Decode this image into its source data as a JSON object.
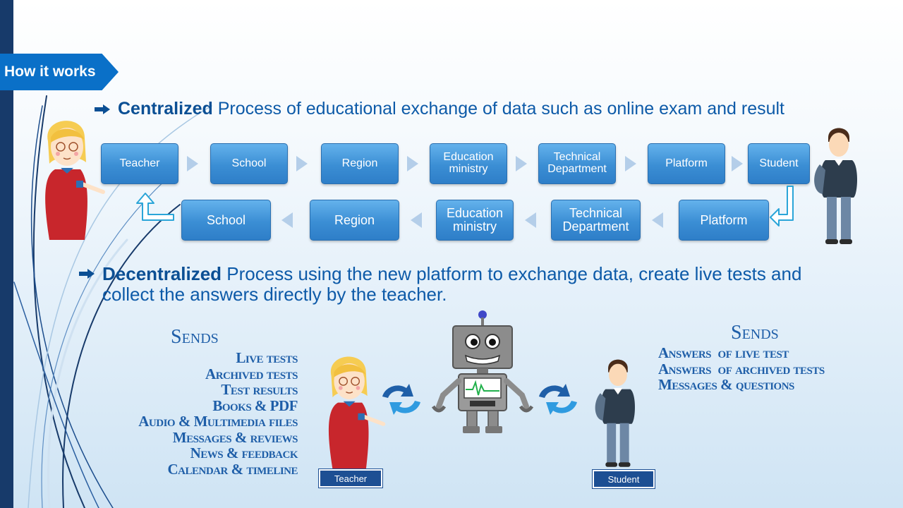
{
  "tag": {
    "label": "How it works"
  },
  "centralized": {
    "bold": "Centralized",
    "rest": " Process of educational exchange of data such as online exam and result"
  },
  "flow_top": [
    "Teacher",
    "School",
    "Region",
    "Education ministry",
    "Technical Department",
    "Platform",
    "Student"
  ],
  "flow_bottom": [
    "School",
    "Region",
    "Education ministry",
    "Technical Department",
    "Platform"
  ],
  "decentralized": {
    "bold": "Decentralized",
    "rest": " Process using the new platform to exchange data, create live tests and collect the answers directly by the teacher."
  },
  "teacher_sends": {
    "title": "Sends",
    "items": [
      "Live tests",
      "Archived tests",
      "Test results",
      "Books & PDF",
      "Audio & Multimedia files",
      "Messages & reviews",
      "News & feedback",
      "Calendar & timeline"
    ]
  },
  "student_sends": {
    "title": "Sends",
    "items": [
      "Answers  of live test",
      "Answers  of archived tests",
      "Messages & questions"
    ]
  },
  "labels": {
    "teacher": "Teacher",
    "student": "Student"
  },
  "colors": {
    "accent": "#0a70c8",
    "node": "#3b8ed4",
    "text": "#0d5aa8",
    "sidebar": "#173a6a"
  },
  "icons": [
    "bullet-arrow-icon",
    "teacher-figure",
    "student-figure",
    "robot-icon",
    "sync-arrows-icon",
    "u-turn-arrow-icon"
  ]
}
